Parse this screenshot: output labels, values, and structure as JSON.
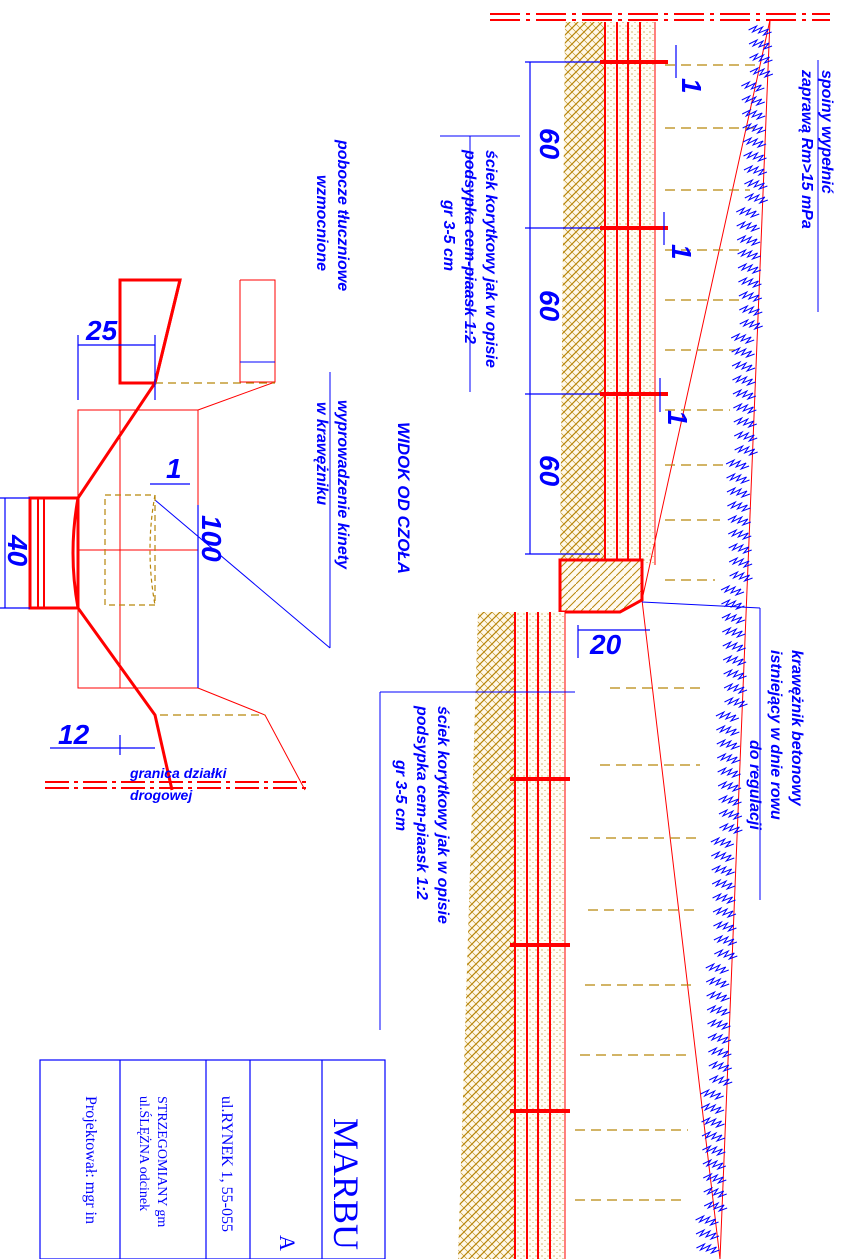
{
  "colors": {
    "annotation": "#0000ff",
    "structure": "#ff0000",
    "soil": "#b8860b",
    "grass": "#0000ff"
  },
  "labels": {
    "joints": [
      "spoiny wypełnić",
      "zaprawą  Rm>15 mPa"
    ],
    "channel_top": [
      "ściek korytkowy jak w opisie",
      "podsypka cem-piaask 1:2",
      "gr 3-5 cm"
    ],
    "shoulder": [
      "pobocze tłuczniowe",
      "wzmocnione"
    ],
    "outlet": [
      "wyprowadzenie kinety",
      "w krawężniku"
    ],
    "view_title": "WIDOK OD CZOŁA",
    "curb": [
      "krawężnik betonowy",
      "istniejący w dnie rowu",
      "do regulacji"
    ],
    "channel_bottom": [
      "ściek korytkowy jak w opisie",
      "podsypka cem-piaask 1:2",
      "gr 3-5 cm"
    ],
    "boundary": [
      "granica działki",
      "drogowej"
    ]
  },
  "dimensions": {
    "seg1": "60",
    "seg2": "60",
    "seg3": "60",
    "gap1": "1",
    "gap2": "1",
    "gap3": "1",
    "curb_width": "20",
    "section_25": "25",
    "section_1": "1",
    "section_100": "100",
    "section_40": "40",
    "section_12": "12"
  },
  "title_block": {
    "company": "MARBU",
    "company_sub": "A",
    "address": "ul.RYNEK 1, 55-055",
    "project_line1": "STRZEGOMIANY   gm",
    "project_line2": "ul.ŚLĘŻNA  odcinek",
    "designer": "Projektował: mgr in"
  }
}
